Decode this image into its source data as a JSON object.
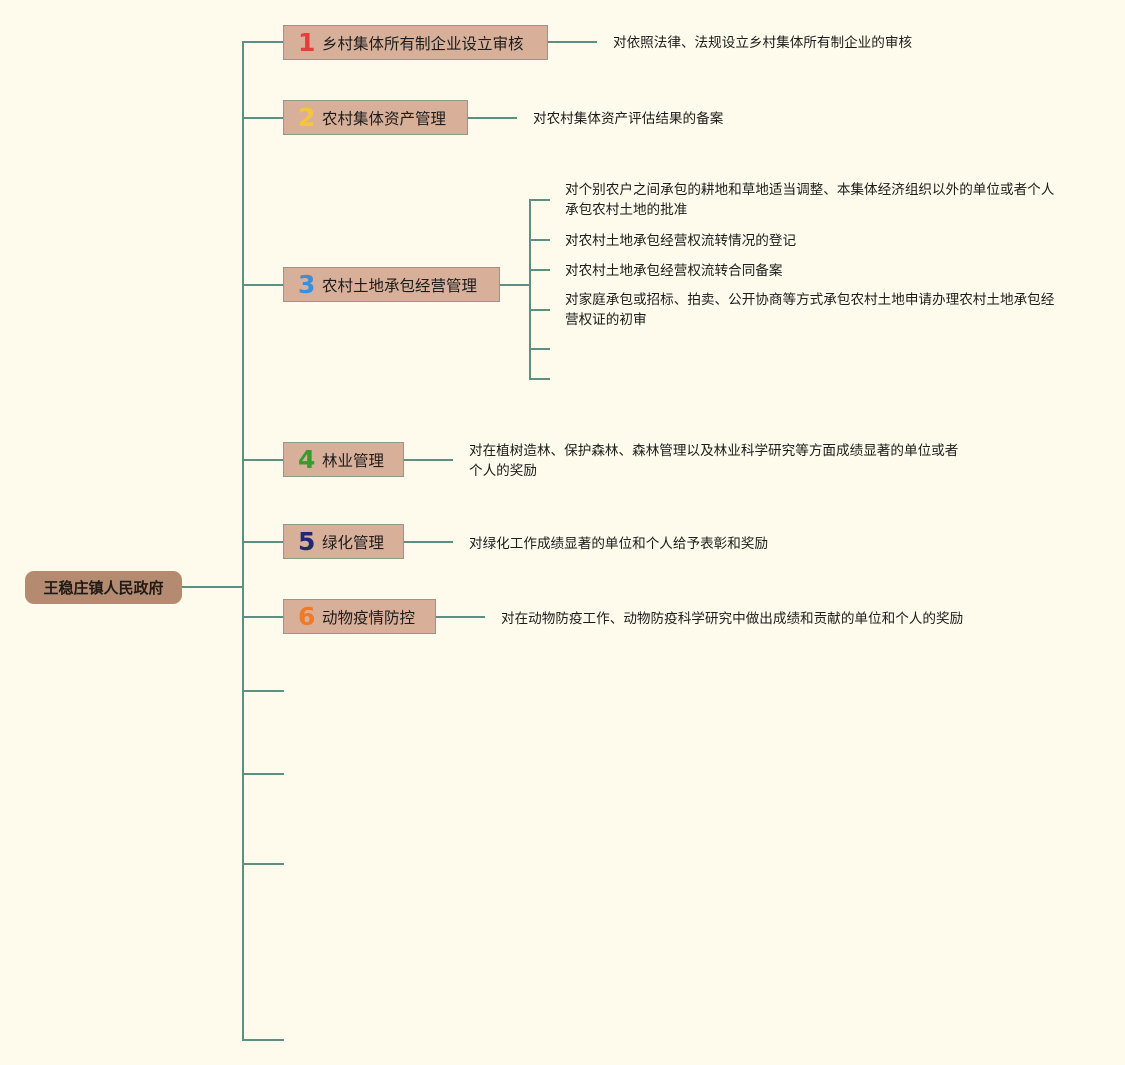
{
  "root": {
    "label": "王稳庄镇人民政府"
  },
  "topics": [
    {
      "number": "1",
      "number_color": "#e53d3d",
      "label": "乡村集体所有制企业设立审核",
      "items": [
        "对依照法律、法规设立乡村集体所有制企业的审核"
      ]
    },
    {
      "number": "2",
      "number_color": "#f5c443",
      "label": "农村集体资产管理",
      "items": [
        "对农村集体资产评估结果的备案"
      ]
    },
    {
      "number": "3",
      "number_color": "#3b8ed9",
      "label": "农村土地承包经营管理",
      "items": [
        "对个别农户之间承包的耕地和草地适当调整、本集体经济组织以外的单位或者个人承包农村土地的批准",
        "对农村土地承包经营权流转情况的登记",
        "对农村土地承包经营权流转合同备案",
        "对家庭承包或招标、拍卖、公开协商等方式承包农村土地申请办理农村土地承包经营权证的初审"
      ]
    },
    {
      "number": "4",
      "number_color": "#3a9a2e",
      "label": "林业管理",
      "items": [
        "对在植树造林、保护森林、森林管理以及林业科学研究等方面成绩显著的单位或者个人的奖励"
      ]
    },
    {
      "number": "5",
      "number_color": "#1e2a6e",
      "label": "绿化管理",
      "items": [
        "对绿化工作成绩显著的单位和个人给予表彰和奖励"
      ]
    },
    {
      "number": "6",
      "number_color": "#f07a25",
      "label": "动物疫情防控",
      "items": [
        "对在动物防疫工作、动物防疫科学研究中做出成绩和贡献的单位和个人的奖励"
      ]
    }
  ],
  "colors": {
    "background": "#fefbec",
    "line": "#5e8f84",
    "root_fill": "#b48a70",
    "topic_fill": "#d8b09a"
  }
}
